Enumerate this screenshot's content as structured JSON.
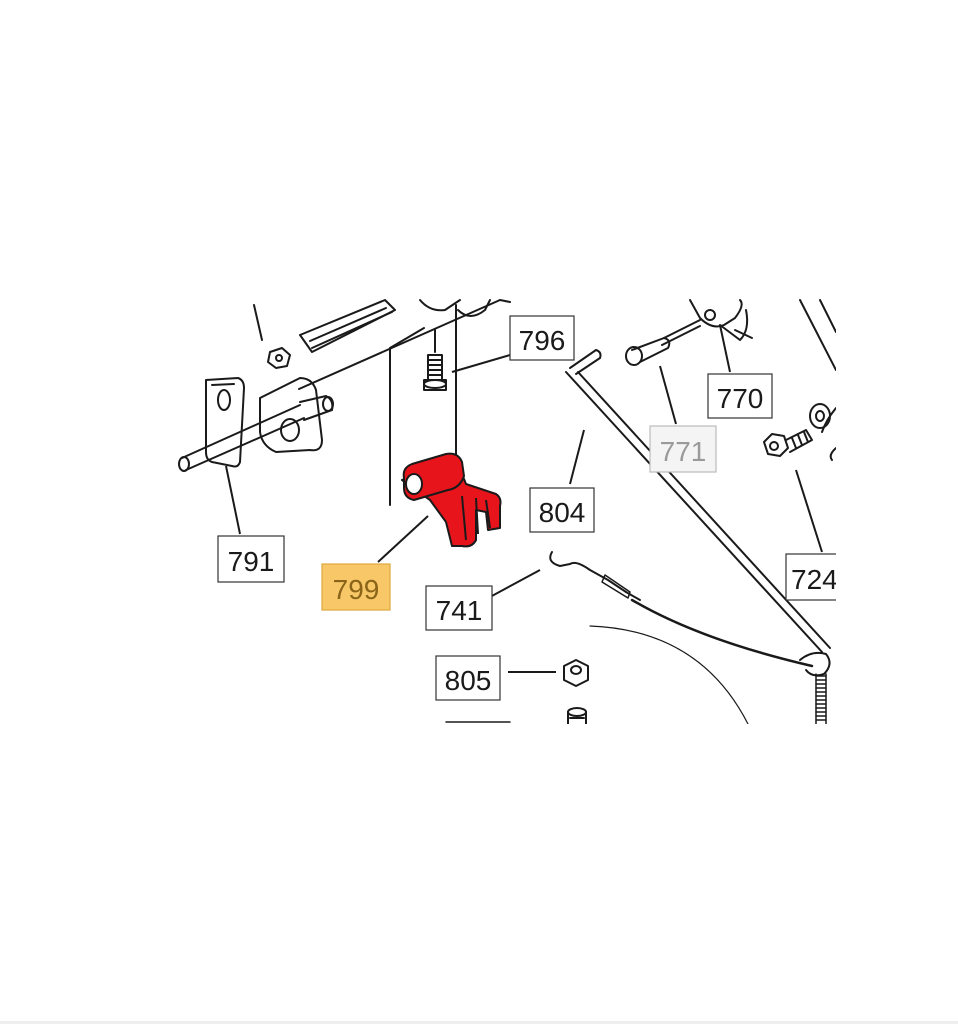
{
  "diagram": {
    "highlight_color": "#f7c768",
    "highlight_text_color": "#8a6418",
    "part_color": "#e8141c",
    "line_color": "#1a1a1a",
    "dimmed_text_color": "#9a9a9a",
    "callouts": [
      {
        "id": "796",
        "label": "796",
        "state": "normal"
      },
      {
        "id": "770",
        "label": "770",
        "state": "normal"
      },
      {
        "id": "771",
        "label": "771",
        "state": "dimmed"
      },
      {
        "id": "804",
        "label": "804",
        "state": "normal"
      },
      {
        "id": "724",
        "label": "724",
        "state": "normal"
      },
      {
        "id": "791",
        "label": "791",
        "state": "normal"
      },
      {
        "id": "799",
        "label": "799",
        "state": "highlighted"
      },
      {
        "id": "741",
        "label": "741",
        "state": "normal"
      },
      {
        "id": "805",
        "label": "805",
        "state": "normal"
      }
    ]
  }
}
